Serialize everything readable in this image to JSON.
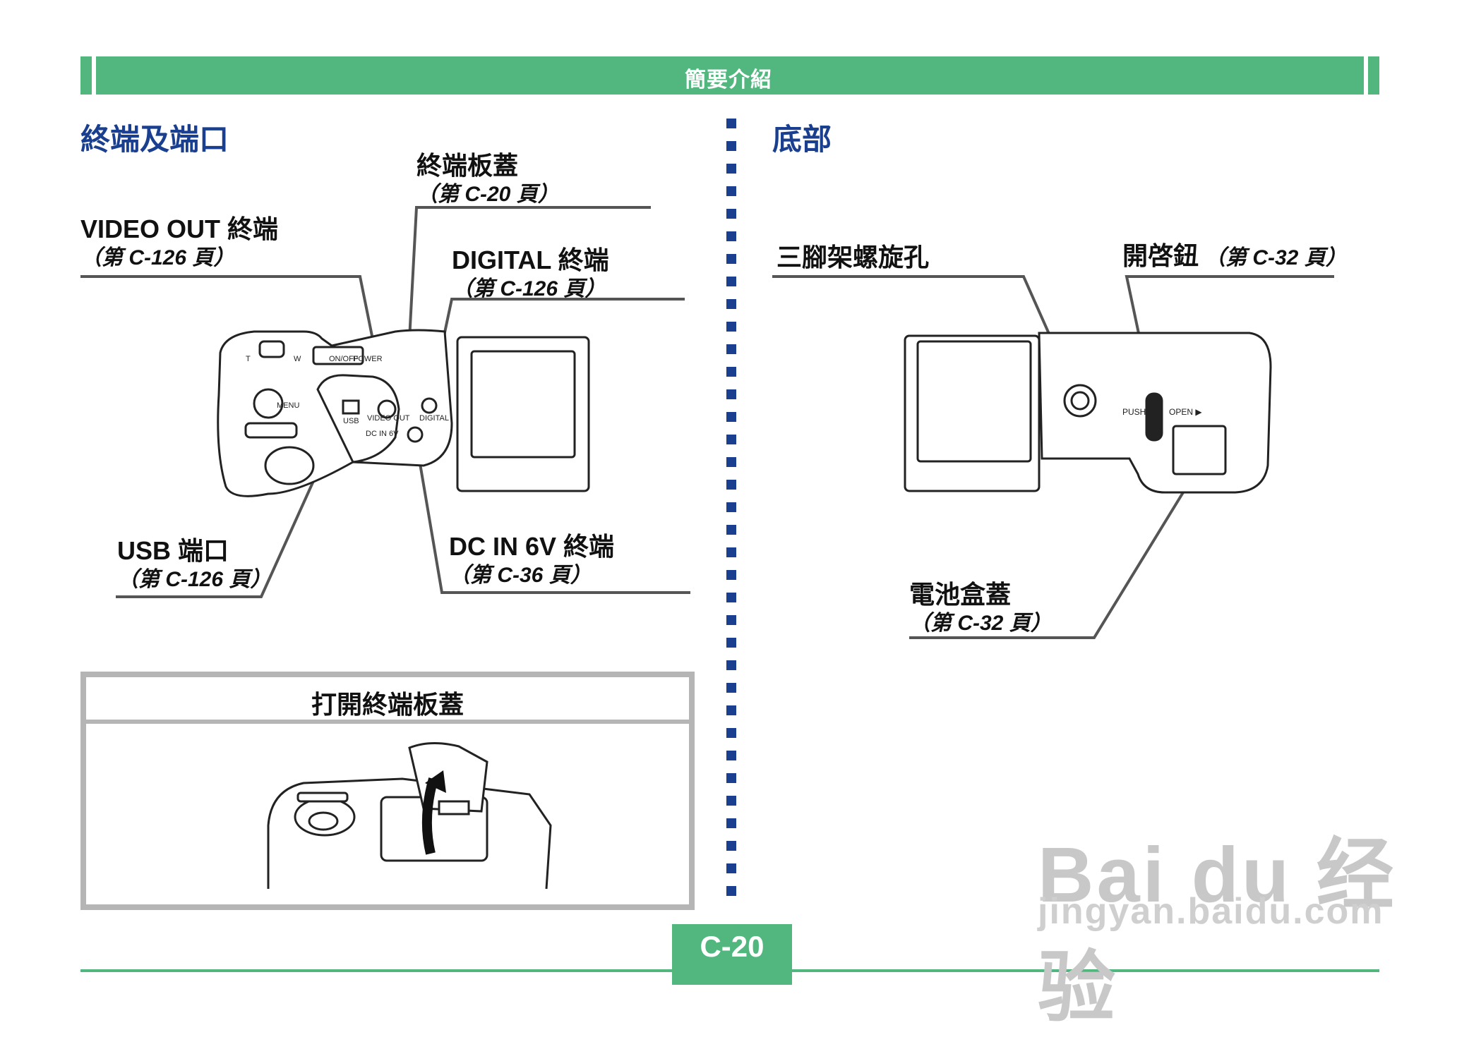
{
  "header": {
    "title": "簡要介紹"
  },
  "left": {
    "section_title": "終端及端口",
    "labels": {
      "cover": {
        "name": "終端板蓋",
        "ref": "（第 C-20 頁）"
      },
      "video": {
        "name": "VIDEO OUT 終端",
        "ref": "（第 C-126 頁）"
      },
      "digital": {
        "name": "DIGITAL 終端",
        "ref": "（第 C-126 頁）"
      },
      "usb": {
        "name": "USB 端口",
        "ref": "（第 C-126 頁）"
      },
      "dcin": {
        "name": "DC IN 6V 終端",
        "ref": "（第 C-36 頁）"
      }
    },
    "camera_text": {
      "menu": "MENU",
      "power": "POWER",
      "onoff": "ON/OFF",
      "t": "T",
      "w": "W",
      "usb": "USB",
      "video_out": "VIDEO OUT",
      "digital": "DIGITAL",
      "dc_in": "DC IN 6V"
    },
    "box_title": "打開終端板蓋"
  },
  "right": {
    "section_title": "底部",
    "labels": {
      "tripod": {
        "name": "三腳架螺旋孔"
      },
      "open_button": {
        "name": "開啓鈕",
        "ref": "（第 C-32 頁）"
      },
      "battery": {
        "name": "電池盒蓋",
        "ref": "（第 C-32 頁）"
      }
    },
    "camera_text": {
      "push": "PUSH",
      "open": "OPEN ▶"
    }
  },
  "page_number": "C-20",
  "watermark": {
    "line1": "Bai du 经验",
    "line2": "jingyan.baidu.com"
  },
  "colors": {
    "green": "#52b77f",
    "blue": "#1a3f8f",
    "leader": "#555555"
  }
}
